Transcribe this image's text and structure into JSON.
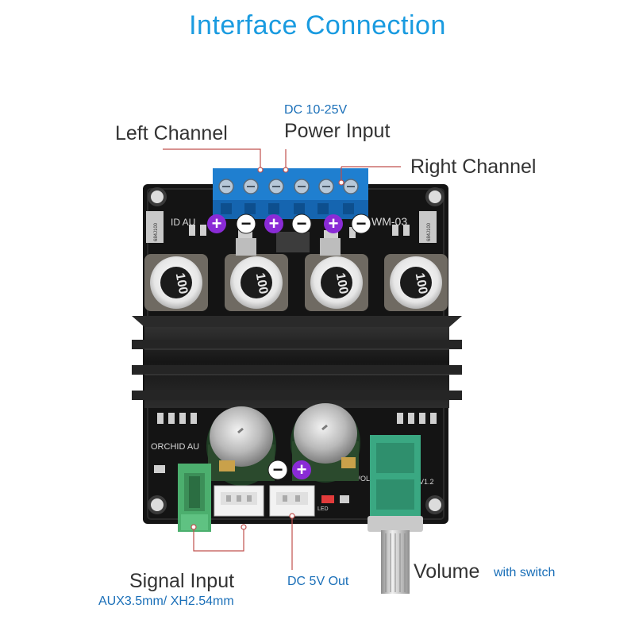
{
  "title": "Interface  Connection",
  "labels": {
    "power_voltage": "DC 10-25V",
    "left_channel": "Left Channel",
    "power_input": "Power Input",
    "right_channel": "Right Channel",
    "signal_input": "Signal Input",
    "signal_spec": "AUX3.5mm/ XH2.54mm",
    "dc_out": "DC 5V Out",
    "volume": "Volume",
    "volume_note": "with switch"
  },
  "board": {
    "silk_top_left": "ID AU",
    "silk_top_right": "WM-03",
    "silk_bottom_left": "ORCHID AU",
    "silk_vol": "VOL",
    "silk_version": "V1.2",
    "silk_led": "LED",
    "inductor_value": "100",
    "resistor_code": "684J100"
  },
  "polarity": {
    "plus": "+",
    "minus": "−"
  },
  "colors": {
    "title": "#1a9be0",
    "label": "#333333",
    "sublabel": "#1a6fb8",
    "plus_marker": "#8a2bd6",
    "terminal_block": "#1f7fd0",
    "pcb": "#141414",
    "heatsink": "#1d1d1d",
    "audio_jack": "#4caf6e",
    "potentiometer": "#3aa882",
    "leader_line": "#c0504d"
  }
}
